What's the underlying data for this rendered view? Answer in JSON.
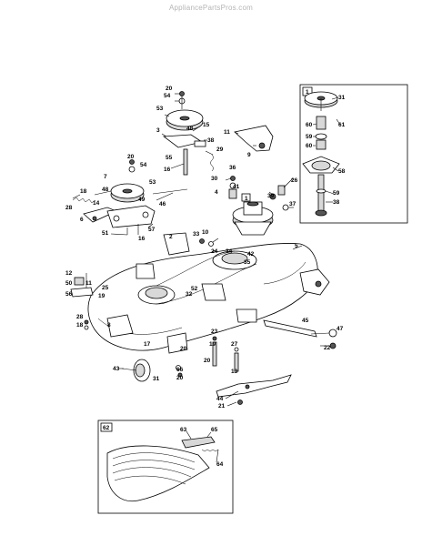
{
  "watermark": "AppliancePartsPros.com",
  "inset_tags": {
    "top_right": "1",
    "main_callout": "1",
    "bottom": "62"
  },
  "labels": [
    {
      "id": "l20a",
      "text": "20"
    },
    {
      "id": "l54a",
      "text": "54"
    },
    {
      "id": "l53a",
      "text": "53"
    },
    {
      "id": "l15",
      "text": "15"
    },
    {
      "id": "l48",
      "text": "48"
    },
    {
      "id": "l3",
      "text": "3"
    },
    {
      "id": "l38a",
      "text": "38"
    },
    {
      "id": "l29",
      "text": "29"
    },
    {
      "id": "l55",
      "text": "55"
    },
    {
      "id": "l16a",
      "text": "16"
    },
    {
      "id": "l11a",
      "text": "11"
    },
    {
      "id": "l9",
      "text": "9"
    },
    {
      "id": "l20b",
      "text": "20"
    },
    {
      "id": "l54b",
      "text": "54"
    },
    {
      "id": "l7",
      "text": "7"
    },
    {
      "id": "l53b",
      "text": "53"
    },
    {
      "id": "l18",
      "text": "18"
    },
    {
      "id": "l48b",
      "text": "48"
    },
    {
      "id": "l49",
      "text": "49"
    },
    {
      "id": "l28a",
      "text": "28"
    },
    {
      "id": "l14",
      "text": "14"
    },
    {
      "id": "l6",
      "text": "6"
    },
    {
      "id": "l46",
      "text": "46"
    },
    {
      "id": "l57",
      "text": "57"
    },
    {
      "id": "l51",
      "text": "51"
    },
    {
      "id": "l16b",
      "text": "16"
    },
    {
      "id": "l36",
      "text": "36"
    },
    {
      "id": "l30",
      "text": "30"
    },
    {
      "id": "l41",
      "text": "41"
    },
    {
      "id": "l4",
      "text": "4"
    },
    {
      "id": "l26",
      "text": "26"
    },
    {
      "id": "l39",
      "text": "39"
    },
    {
      "id": "l37",
      "text": "37"
    },
    {
      "id": "l2",
      "text": "2"
    },
    {
      "id": "l33",
      "text": "33"
    },
    {
      "id": "l10",
      "text": "10"
    },
    {
      "id": "l24",
      "text": "24"
    },
    {
      "id": "l34",
      "text": "34"
    },
    {
      "id": "l42",
      "text": "42"
    },
    {
      "id": "l35",
      "text": "35"
    },
    {
      "id": "l5",
      "text": "5"
    },
    {
      "id": "l12",
      "text": "12"
    },
    {
      "id": "l50",
      "text": "50"
    },
    {
      "id": "l56",
      "text": "56"
    },
    {
      "id": "l11b",
      "text": "11"
    },
    {
      "id": "l25",
      "text": "25"
    },
    {
      "id": "l19a",
      "text": "19"
    },
    {
      "id": "l32",
      "text": "32"
    },
    {
      "id": "l52",
      "text": "52"
    },
    {
      "id": "l28b",
      "text": "28"
    },
    {
      "id": "l18b",
      "text": "18"
    },
    {
      "id": "l8",
      "text": "8"
    },
    {
      "id": "l17",
      "text": "17"
    },
    {
      "id": "l23",
      "text": "23"
    },
    {
      "id": "l45",
      "text": "45"
    },
    {
      "id": "l47",
      "text": "47"
    },
    {
      "id": "l22",
      "text": "22"
    },
    {
      "id": "l19b",
      "text": "19"
    },
    {
      "id": "l20c",
      "text": "20"
    },
    {
      "id": "l27",
      "text": "27"
    },
    {
      "id": "l13",
      "text": "13"
    },
    {
      "id": "l20d",
      "text": "20"
    },
    {
      "id": "l43",
      "text": "43"
    },
    {
      "id": "l31",
      "text": "31"
    },
    {
      "id": "l66",
      "text": "66"
    },
    {
      "id": "l20e",
      "text": "20"
    },
    {
      "id": "l44",
      "text": "44"
    },
    {
      "id": "l21",
      "text": "21"
    },
    {
      "id": "l31i",
      "text": "31"
    },
    {
      "id": "l61",
      "text": "61"
    },
    {
      "id": "l60a",
      "text": "60"
    },
    {
      "id": "l59a",
      "text": "59"
    },
    {
      "id": "l60b",
      "text": "60"
    },
    {
      "id": "l58",
      "text": "58"
    },
    {
      "id": "l59b",
      "text": "59"
    },
    {
      "id": "l38i",
      "text": "38"
    },
    {
      "id": "l63",
      "text": "63"
    },
    {
      "id": "l65",
      "text": "65"
    },
    {
      "id": "l64",
      "text": "64"
    }
  ]
}
